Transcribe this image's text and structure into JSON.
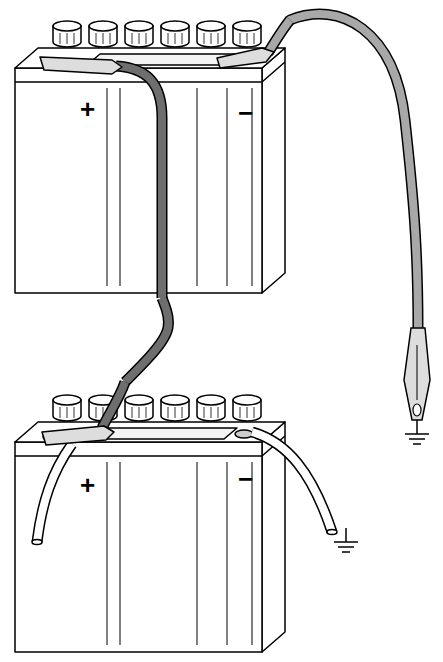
{
  "diagram": {
    "nodes": [
      {
        "text": [
          "+",
          "−"
        ]
      },
      {
        "text": [
          "+",
          "−"
        ]
      }
    ],
    "edges": [
      {
        "from": 0,
        "to": 1,
        "arrow": "none"
      }
    ]
  }
}
